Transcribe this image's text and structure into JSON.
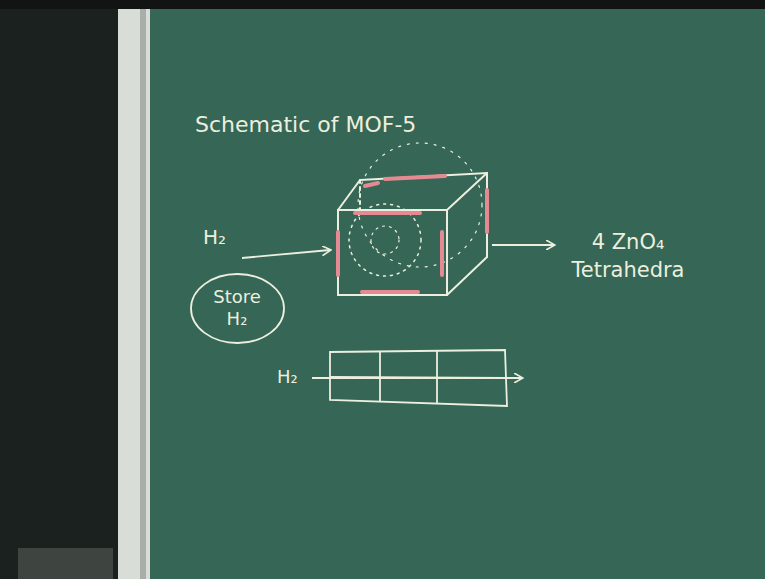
{
  "diagram": {
    "title": "Schematic of MOF-5",
    "nodes": [
      {
        "text": [
          "Store H₂"
        ]
      }
    ],
    "labels": [
      "H₂",
      "4 ZnO₄ Tetrahedra",
      "H₂"
    ]
  }
}
